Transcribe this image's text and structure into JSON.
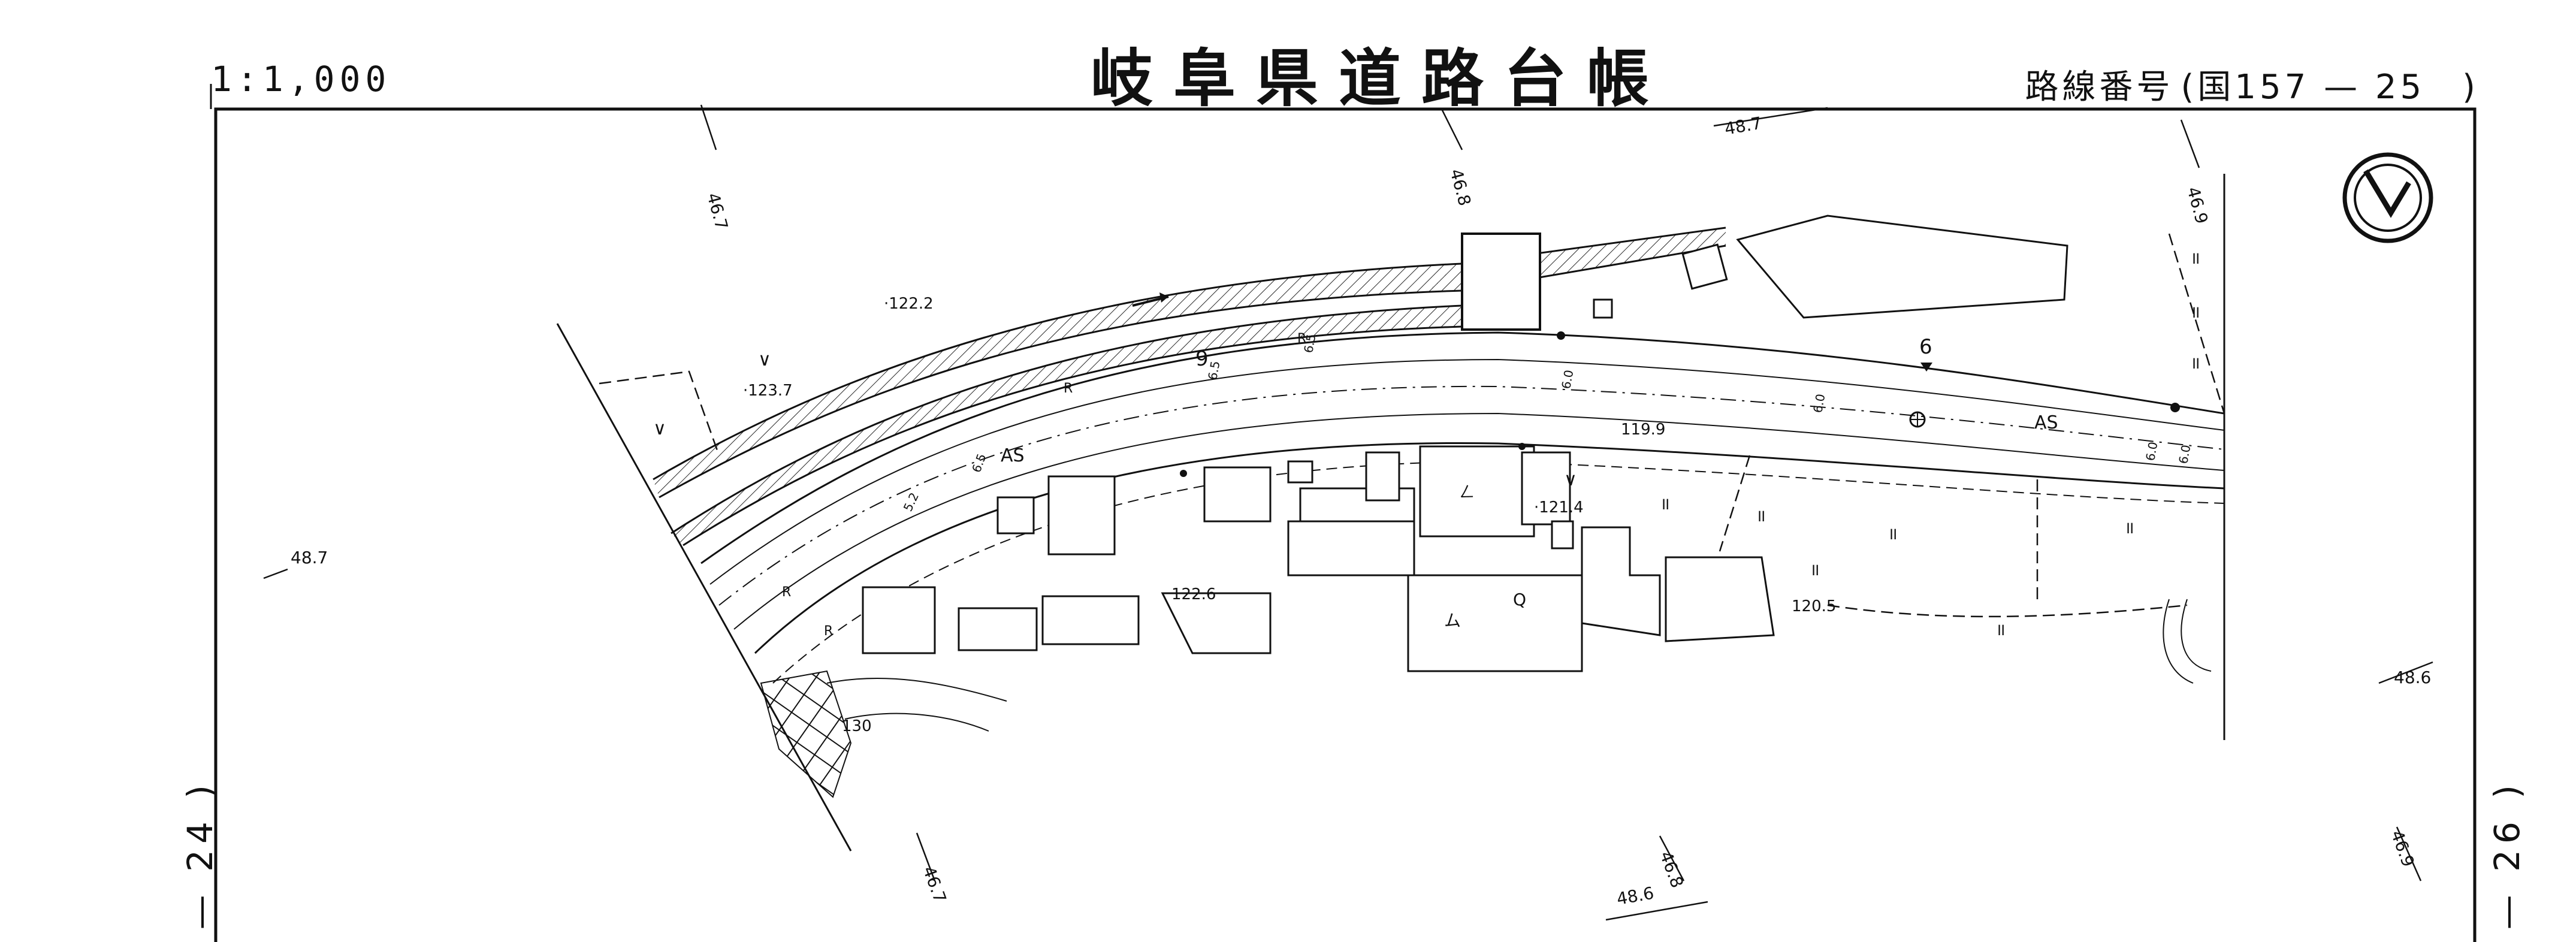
{
  "header": {
    "scale": "1:1,000",
    "title": "岐阜県道路台帳",
    "route_label": "路線番号",
    "route_value": "(国157 — 25　)"
  },
  "sheet_refs": {
    "left": "— 24 )",
    "right": "— 26 )"
  },
  "contours": {
    "c_467_top": "46.7",
    "c_468_top": "46.8",
    "c_487_top": "48.7",
    "c_469_top": "46.9",
    "c_487_left": "48.7",
    "c_486_right": "48.6",
    "c_467_bottom": "46.7",
    "c_468_bottom": "46.8",
    "c_486_bottom": "48.6",
    "c_469_bottom": "46.9"
  },
  "spot_heights": {
    "h1222": "·122.2",
    "h1237": "·123.7",
    "h1226": "122.6",
    "h1214": "·121.4",
    "h1199": "119.9",
    "h1205": "120.5",
    "h130": "130"
  },
  "road_labels": {
    "as_left": "AS",
    "as_right": "AS",
    "km9": "9",
    "km6": "6",
    "r1": "R",
    "r2": "R",
    "r3": "R",
    "r4": "R",
    "width1": "6.5",
    "width2": "6.5",
    "width3": "6.0",
    "width4": "6.0",
    "width5": "6.0",
    "width6": "6.0",
    "width7": "5.2",
    "width8": "6.5"
  },
  "landuse": {
    "paddy": "॥",
    "field": "∨",
    "forest": "Q",
    "wasteland": "ム",
    "mountain": "ㄥ"
  },
  "colors": {
    "ink": "#111111",
    "paper": "#ffffff"
  },
  "icons": {
    "north_arrow": "north-arrow-icon"
  }
}
